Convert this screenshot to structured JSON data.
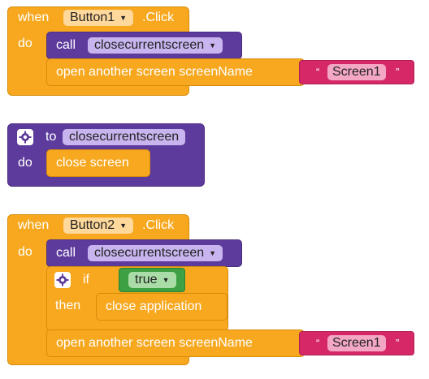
{
  "event1": {
    "when_label": "when",
    "component": "Button1",
    "event": ".Click",
    "do_label": "do",
    "call_label": "call",
    "procedure": "closecurrentscreen",
    "open_screen_label": "open another screen  screenName",
    "quote_open": "“",
    "screen_name": "Screen1",
    "quote_close": "”"
  },
  "procedure_def": {
    "to_label": "to",
    "name": "closecurrentscreen",
    "do_label": "do",
    "close_screen_label": "close screen"
  },
  "event2": {
    "when_label": "when",
    "component": "Button2",
    "event": ".Click",
    "do_label": "do",
    "call_label": "call",
    "procedure": "closecurrentscreen",
    "if_label": "if",
    "then_label": "then",
    "condition": "true",
    "close_app_label": "close application",
    "open_screen_label": "open another screen  screenName",
    "quote_open": "“",
    "screen_name": "Screen1",
    "quote_close": "”"
  },
  "icons": {
    "dropdown": "dropdown-arrow-icon",
    "mutator": "gear-icon"
  },
  "colors": {
    "event_block": "#f7a81f",
    "procedure_block": "#5d3b9c",
    "text_block": "#d62867",
    "logic_block": "#3da042"
  }
}
